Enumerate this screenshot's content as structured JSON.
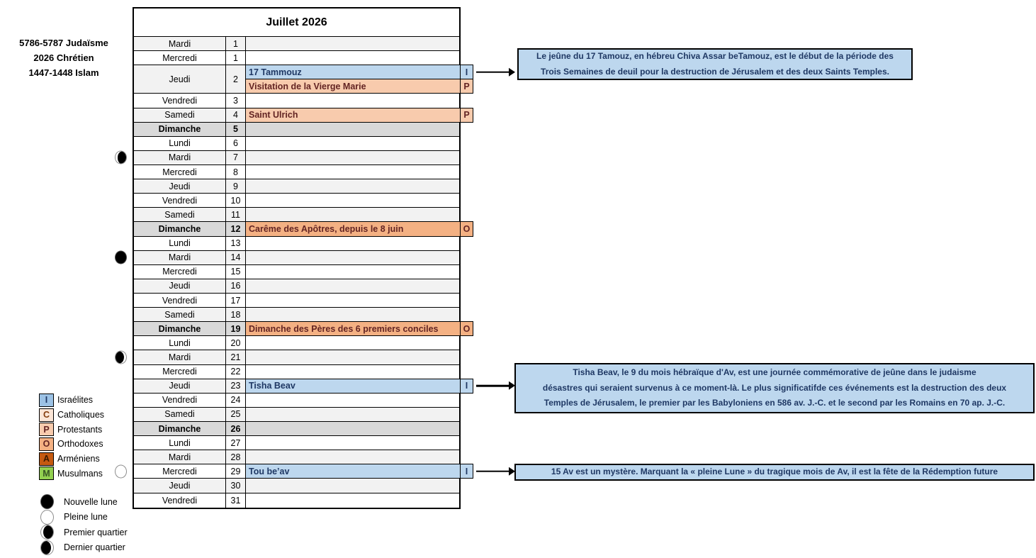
{
  "era_header": {
    "judaism": "5786-5787  Judaïsme",
    "christian": "2026 Chrétien",
    "islam": "1447-1448 Islam"
  },
  "calendar": {
    "title": "Juillet 2026",
    "event_styles": {
      "israelite": {
        "bg": "#BDD7EE",
        "fg": "#1F3864"
      },
      "protestant": {
        "bg": "#F8CBAD",
        "fg": "#632423"
      },
      "orthodox": {
        "bg": "#F4B183",
        "fg": "#632423"
      }
    },
    "rows": [
      {
        "day": "Mardi",
        "num": "1",
        "shade": "odd"
      },
      {
        "day": "Mercredi",
        "num": "1",
        "shade": "even"
      },
      {
        "day": "Jeudi",
        "num": "2",
        "shade": "odd",
        "events": [
          {
            "text": "17 Tammouz",
            "letter": "I",
            "type": "israelite",
            "arrow": 0
          },
          {
            "text": "Visitation de la Vierge Marie",
            "letter": "P",
            "type": "protestant"
          }
        ]
      },
      {
        "day": "Vendredi",
        "num": "3",
        "shade": "even"
      },
      {
        "day": "Samedi",
        "num": "4",
        "shade": "odd",
        "events": [
          {
            "text": "Saint Ulrich",
            "letter": "P",
            "type": "protestant"
          }
        ]
      },
      {
        "day": "Dimanche",
        "num": "5",
        "shade": "sun"
      },
      {
        "day": "Lundi",
        "num": "6",
        "shade": "even"
      },
      {
        "day": "Mardi",
        "num": "7",
        "shade": "odd",
        "moon": "premier_quartier"
      },
      {
        "day": "Mercredi",
        "num": "8",
        "shade": "even"
      },
      {
        "day": "Jeudi",
        "num": "9",
        "shade": "odd"
      },
      {
        "day": "Vendredi",
        "num": "10",
        "shade": "even"
      },
      {
        "day": "Samedi",
        "num": "11",
        "shade": "odd"
      },
      {
        "day": "Dimanche",
        "num": "12",
        "shade": "sun",
        "events": [
          {
            "text": "Carême des Apôtres, depuis le 8 juin",
            "letter": "O",
            "type": "orthodox"
          }
        ]
      },
      {
        "day": "Lundi",
        "num": "13",
        "shade": "even"
      },
      {
        "day": "Mardi",
        "num": "14",
        "shade": "odd",
        "moon": "nouvelle_lune"
      },
      {
        "day": "Mercredi",
        "num": "15",
        "shade": "even"
      },
      {
        "day": "Jeudi",
        "num": "16",
        "shade": "odd"
      },
      {
        "day": "Vendredi",
        "num": "17",
        "shade": "even"
      },
      {
        "day": "Samedi",
        "num": "18",
        "shade": "odd"
      },
      {
        "day": "Dimanche",
        "num": "19",
        "shade": "sun",
        "events": [
          {
            "text": "Dimanche des Pères des 6 premiers conciles",
            "letter": "O",
            "type": "orthodox"
          }
        ]
      },
      {
        "day": "Lundi",
        "num": "20",
        "shade": "even"
      },
      {
        "day": "Mardi",
        "num": "21",
        "shade": "odd",
        "moon": "dernier_quartier"
      },
      {
        "day": "Mercredi",
        "num": "22",
        "shade": "even"
      },
      {
        "day": "Jeudi",
        "num": "23",
        "shade": "odd",
        "events": [
          {
            "text": "Tisha Beav",
            "letter": "I",
            "type": "israelite",
            "arrow": 1
          }
        ]
      },
      {
        "day": "Vendredi",
        "num": "24",
        "shade": "even"
      },
      {
        "day": "Samedi",
        "num": "25",
        "shade": "odd"
      },
      {
        "day": "Dimanche",
        "num": "26",
        "shade": "sun"
      },
      {
        "day": "Lundi",
        "num": "27",
        "shade": "even"
      },
      {
        "day": "Mardi",
        "num": "28",
        "shade": "odd"
      },
      {
        "day": "Mercredi",
        "num": "29",
        "shade": "even",
        "moon": "pleine_lune",
        "events": [
          {
            "text": "Tou be’av",
            "letter": "I",
            "type": "israelite",
            "arrow": 2
          }
        ]
      },
      {
        "day": "Jeudi",
        "num": "30",
        "shade": "odd"
      },
      {
        "day": "Vendredi",
        "num": "31",
        "shade": "even"
      }
    ]
  },
  "religion_legend": [
    {
      "letter": "I",
      "label": "Israélites",
      "bg": "#9CC2E5",
      "fg": "#1F3864"
    },
    {
      "letter": "C",
      "label": "Catholiques",
      "bg": "#FBE5D6",
      "fg": "#843C0C"
    },
    {
      "letter": "P",
      "label": "Protestants",
      "bg": "#F8CBAD",
      "fg": "#632423"
    },
    {
      "letter": "O",
      "label": "Orthodoxes",
      "bg": "#F4B183",
      "fg": "#632423"
    },
    {
      "letter": "A",
      "label": "Arméniens",
      "bg": "#C55A11",
      "fg": "#3B1A00"
    },
    {
      "letter": "M",
      "label": "Musulmans",
      "bg": "#92D050",
      "fg": "#375623"
    }
  ],
  "moon_legend": [
    {
      "type": "nouvelle_lune",
      "label": "Nouvelle lune"
    },
    {
      "type": "pleine_lune",
      "label": "Pleine lune"
    },
    {
      "type": "premier_quartier",
      "label": "Premier quartier"
    },
    {
      "type": "dernier_quartier",
      "label": "Dernier quartier"
    }
  ],
  "annotations": [
    {
      "lines": [
        "Le jeûne du 17 Tamouz, en hébreu Chiva Assar beTamouz, est le début de la période des",
        "Trois Semaines de deuil pour la destruction de Jérusalem et des deux Saints Temples."
      ]
    },
    {
      "lines": [
        "Tisha Beav, le 9 du mois hébraïque d'Av, est une journée commémorative de jeûne dans le judaisme",
        "désastres qui seraient survenus à ce moment-là. Le plus significatifde ces événements est la destruction des deux",
        "Temples de Jérusalem, le premier par les Babyloniens en 586 av. J.-C. et le second par les Romains en 70 ap. J.-C."
      ]
    },
    {
      "lines": [
        "15 Av est un mystère. Marquant la « pleine Lune » du tragique mois de Av, il est la fête de la Rédemption future"
      ]
    }
  ],
  "colors": {
    "note_bg": "#BDD7EE",
    "note_text": "#1F3864",
    "row_stripe": "#F2F2F2",
    "sunday_row": "#D9D9D9",
    "border": "#000000"
  }
}
